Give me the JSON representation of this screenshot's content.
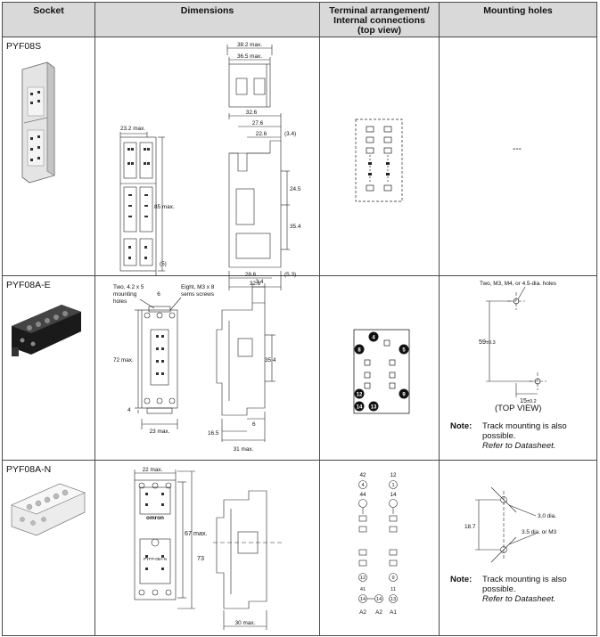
{
  "headers": {
    "socket": "Socket",
    "dimensions": "Dimensions",
    "terminal_l1": "Terminal arrangement/",
    "terminal_l2": "Internal connections",
    "terminal_l3": "(top view)",
    "mounting": "Mounting holes"
  },
  "rows": [
    {
      "name": "PYF08S",
      "dims": {
        "d38": "38.2 max.",
        "d365": "36.5 max.",
        "d232": "23.2 max.",
        "d85": "85 max.",
        "d5": "(5)",
        "d326a": "32.6",
        "d276": "27.6",
        "d226": "22.6",
        "d34": "(3.4)",
        "d245": "24.5",
        "d354": "35.4",
        "d286": "28.6",
        "d53": "(5.3)",
        "d326b": "32.6"
      },
      "mounting": "---"
    },
    {
      "name": "PYF08A-E",
      "dims": {
        "holes_l1": "Two, 4.2 x 5",
        "holes_l2": "mounting",
        "holes_l3": "holes",
        "six": "6",
        "screws_l1": "Eight, M3 x 8",
        "screws_l2": "sems screws",
        "d72": "72 max.",
        "d4": "4",
        "d23": "23 max.",
        "d34": "3.4",
        "d354": "35.4",
        "d165": "16.5",
        "d6": "6",
        "d31": "31 max."
      },
      "terminals": [
        "4",
        "8",
        "5",
        "12",
        "9",
        "14",
        "13"
      ],
      "mounting": {
        "caption": "Two, M3, M4, or 4.5-dia. holes",
        "d59": "59",
        "d59tol": "±0.3",
        "d15": "15",
        "d15tol": "±0.2",
        "view": "(TOP VIEW)",
        "note_label": "Note:",
        "note_l1": "Track mounting is also",
        "note_l2": "possible.",
        "note_ref": "Refer to Datasheet."
      }
    },
    {
      "name": "PYF08A-N",
      "dims": {
        "d22": "22 max.",
        "d67": "67 max.",
        "d73": "73",
        "d30": "30 max.",
        "brand": "omron",
        "model": "PYFP-08A-N"
      },
      "terminals": {
        "top": [
          "42",
          "12",
          "44",
          "14",
          "4",
          "1"
        ],
        "bottom": [
          "41",
          "11",
          "12",
          "9",
          "14",
          "14",
          "13"
        ],
        "labels": [
          "A2",
          "A2",
          "A1"
        ]
      },
      "mounting": {
        "d30": "3.0 dia.",
        "d35": "3.5 dia. or M3",
        "d187": "18.7",
        "note_label": "Note:",
        "note_l1": "Track mounting is also",
        "note_l2": "possible.",
        "note_ref": "Refer to Datasheet."
      }
    }
  ]
}
